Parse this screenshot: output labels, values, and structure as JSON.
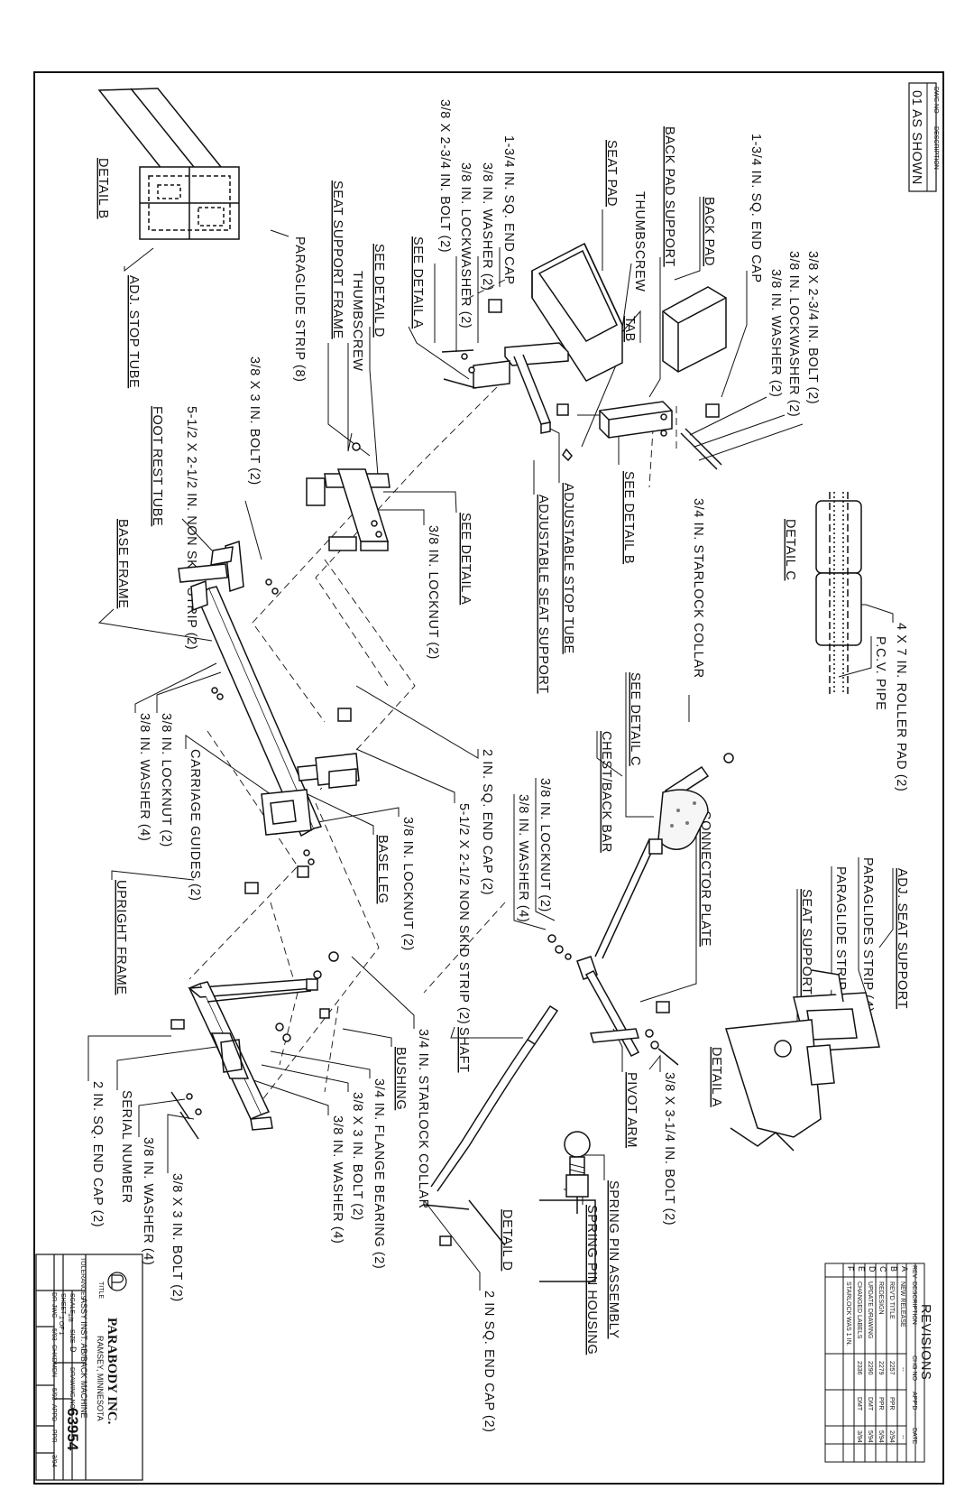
{
  "drawing_no_box": {
    "header_left": "DWG NO",
    "header_right": "DESCRIPTION",
    "value": "01  AS SHOWN"
  },
  "parts": {
    "back_pad": "BACK PAD",
    "bolt_3_8x2_3_4_top": "3/8 X 2-3/4 IN. BOLT (2)",
    "lockwasher_top": "3/8 IN. LOCKWASHER (2)",
    "washer_top": "3/8 IN. WASHER (2)",
    "end_cap_top": "1-3/4 IN. SQ. END CAP",
    "back_pad_support": "BACK PAD SUPPORT",
    "thumbscrew_top": "THUMBSCREW",
    "tab": "TAB",
    "seat_pad": "SEAT PAD",
    "end_cap_mid": "1-3/4 IN. SQ. END CAP",
    "washer_mid": "3/8 IN. WASHER (2)",
    "lockwasher_mid": "3/8 IN. LOCKWASHER (2)",
    "bolt_3_8x2_3_4_mid": "3/8 X 2-3/4 IN. BOLT (2)",
    "see_detail_a_1": "SEE DETAIL A",
    "see_detail_d": "SEE DETAIL D",
    "thumbscrew_mid": "THUMBSCREW",
    "seat_support_frame_main": "SEAT SUPPORT FRAME",
    "paraglide_strip_8": "PARAGLIDE STRIP (8)",
    "detail_b": "DETAIL B",
    "adj_stop_tube": "ADJ. STOP TUBE",
    "bolt_3_8x3_1": "3/8 X 3 IN. BOLT (2)",
    "non_skid_1": "5-1/2 X 2-1/2 IN. NON SKID STRIP (2)",
    "foot_rest_tube": "FOOT REST TUBE",
    "base_frame": "BASE FRAME",
    "see_detail_b": "SEE DETAIL B",
    "adjustable_stop_tube": "ADJUSTABLE STOP TUBE",
    "adjustable_seat_support": "ADJUSTABLE SEAT SUPPORT",
    "see_detail_a_2": "SEE DETAIL A",
    "locknut_top": "3/8 IN. LOCKNUT (2)",
    "locknut_left": "3/8 IN. LOCKNUT (2)",
    "washer_left": "3/8 IN. WASHER (4)",
    "carriage_guides": "CARRIAGE GUIDES (2)",
    "end_cap_2in_mid": "2 IN. SQ. END CAP (2)",
    "non_skid_2": "5-1/2 X 2-1/2 NON SKID STRIP (2)",
    "locknut_base": "3/8 IN. LOCKNUT (2)",
    "base_leg": "BASE LEG",
    "upright_frame": "UPRIGHT FRAME",
    "starlock_top": "3/4 IN. STARLOCK COLLAR",
    "detail_c": "DETAIL C",
    "roller_pad": "4 X 7 IN. ROLLER PAD (2)",
    "pvc_pipe": "P.C.V. PIPE",
    "see_detail_c": "SEE DETAIL C",
    "chest_back_bar": "CHEST/BACK BAR",
    "locknut_chest": "3/8 IN. LOCKNUT (2)",
    "washer_chest": "3/8 IN. WASHER (4)",
    "connector_plate": "CONNECTOR PLATE",
    "adj_seat_support": "ADJ. SEAT SUPPORT",
    "paraglides_strip_4": "PARAGLIDES STRIP (4)",
    "paraglide_strip_4": "PARAGLIDE STRIP (4)",
    "seat_support_frame_detail": "SEAT SUPPORT FRAME",
    "detail_a": "DETAIL A",
    "bolt_3_8x3_1_4": "3/8 X 3-1/4 IN. BOLT (2)",
    "pivot_arm": "PIVOT ARM",
    "shaft": "SHAFT",
    "starlock_bottom": "3/4 IN. STARLOCK COLLAR",
    "bushing": "BUSHING",
    "flange_bearing": "3/4 IN. FLANGE BEARING (2)",
    "bolt_3_8x3_2": "3/8 X 3 IN. BOLT (2)",
    "washer_bottom": "3/8 IN. WASHER (4)",
    "end_cap_bottom": "2 IN. SQ. END CAP (2)",
    "serial_number": "SERIAL NUMBER",
    "washer_bottom_2": "3/8 IN. WASHER (4)",
    "bolt_3_8x3_3": "3/8 X 3 IN. BOLT (2)",
    "spring_pin_assembly": "SPRING PIN ASSEMBLY",
    "spring_pin_housing": "SPRING PIN HOUSING",
    "detail_d": "DETAIL D",
    "end_cap_2in_bottom": "2 IN SQ. END CAP (2)"
  },
  "revisions": {
    "title": "REVISIONS",
    "headers": [
      "REV",
      "DESCRIPTION",
      "CHG NO",
      "APP'D",
      "DATE"
    ],
    "rows": [
      [
        "A",
        "NEW RELEASE",
        "--",
        "",
        "--"
      ],
      [
        "B",
        "REV'D TITLE",
        "2257",
        "PPR",
        "2/94"
      ],
      [
        "C",
        "REDESIGN",
        "2279",
        "PPR",
        "5/94"
      ],
      [
        "D",
        "UPDATE DRAWING",
        "2290",
        "DMT",
        "5/94"
      ],
      [
        "E",
        "CHANGED LABELS",
        "2336",
        "DMT",
        "3/94"
      ],
      [
        "F",
        "STARLOCK WAS 1 IN.",
        "",
        "",
        ""
      ]
    ]
  },
  "title_block": {
    "company": "PARABODY INC.",
    "location": "RAMSEY, MINNESOTA",
    "title_label": "TITLE",
    "title": "ASSY INST. AB/BACK MACHINE",
    "tolerances": "TOLERANCES",
    "size_label": "SIZE",
    "size": "D",
    "dwg_no_label": "DRAWING NO.",
    "dwg_no": "63954",
    "scale_label": "SCALE",
    "scale": "1/8",
    "sheet_label": "SHEET",
    "sheet": "1 OF 1",
    "dr_label": "DR",
    "dr": "JWC",
    "dr_date": "5/93",
    "chkd_label": "CHKD",
    "chkd": "MDN",
    "chkd_date": "5/93",
    "appd_label": "APPD",
    "appd": "PPR",
    "appd_date": "3/94"
  }
}
